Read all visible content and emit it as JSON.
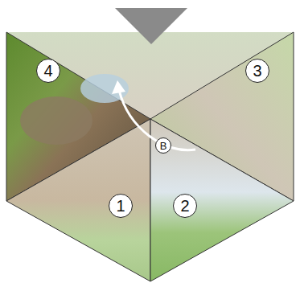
{
  "diagram": {
    "labels": [
      "4",
      "3",
      "B",
      "1",
      "2"
    ]
  }
}
